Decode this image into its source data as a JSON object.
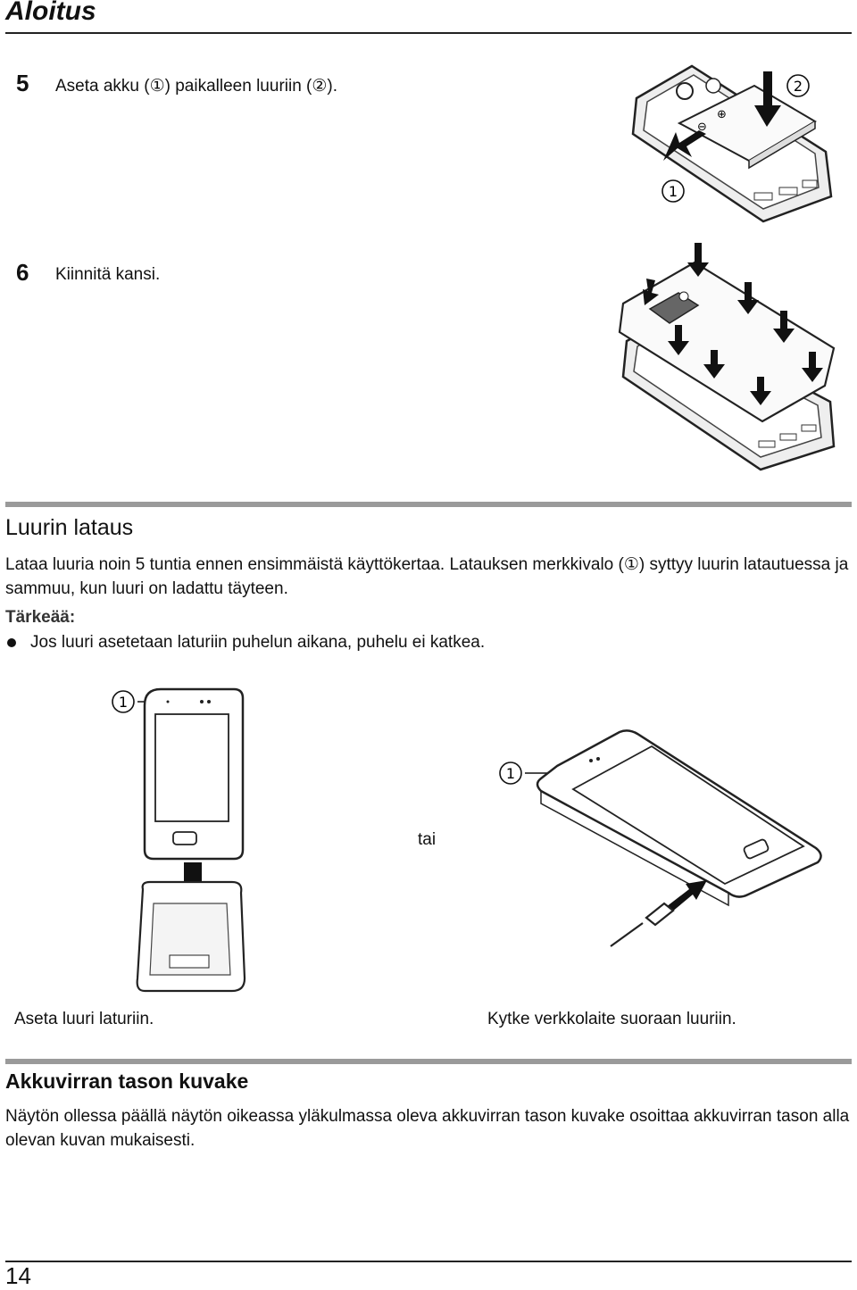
{
  "header": {
    "title": "Aloitus"
  },
  "step5": {
    "number": "5",
    "text": "Aseta akku (①) paikalleen luuriin (②).",
    "callout1": "1",
    "callout2": "2"
  },
  "step6": {
    "number": "6",
    "text": "Kiinnitä kansi."
  },
  "charging": {
    "heading": "Luurin lataus",
    "paragraph": "Lataa luuria noin 5 tuntia ennen ensimmäistä käyttökertaa. Latauksen merkkivalo (①) syttyy luurin latautuessa ja sammuu, kun luuri on ladattu täyteen.",
    "important_label": "Tärkeää:",
    "bullets": [
      "Jos luuri asetetaan laturiin puhelun aikana, puhelu ei katkea."
    ],
    "callout1": "1",
    "or_label": "tai",
    "caption_left": "Aseta luuri laturiin.",
    "caption_right": "Kytke verkkolaite suoraan luuriin."
  },
  "battery_icon": {
    "heading": "Akkuvirran tason kuvake",
    "paragraph": "Näytön ollessa päällä näytön oikeassa yläkulmassa oleva akkuvirran tason kuvake osoittaa akkuvirran tason alla olevan kuvan mukaisesti."
  },
  "footer": {
    "page_number": "14"
  }
}
